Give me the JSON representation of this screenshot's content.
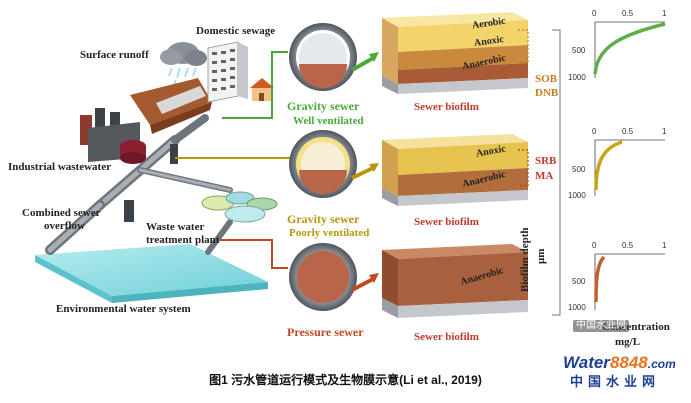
{
  "sources": {
    "domestic_sewage": "Domestic sewage",
    "surface_runoff": "Surface runoff",
    "industrial_wastewater": "Industrial wastewater",
    "combined_sewer_overflow_line1": "Combined sewer",
    "combined_sewer_overflow_line2": "overflow",
    "wwtp_line1": "Waste water",
    "wwtp_line2": "treatment plant",
    "environmental_water_system": "Environmental water system"
  },
  "sewers": [
    {
      "title": "Gravity sewer",
      "subtitle": "Well ventilated",
      "color": "#4ca63a"
    },
    {
      "title": "Gravity sewer",
      "subtitle": "Poorly ventilated",
      "color": "#b8960e"
    },
    {
      "title": "Pressure sewer",
      "subtitle": "",
      "color": "#bf4a22"
    }
  ],
  "biofilms": [
    {
      "label": "Sewer biofilm",
      "layers": [
        "Aerobic",
        "Anoxic",
        "Anaerobic"
      ],
      "processes": [
        "SOB",
        "DNB"
      ],
      "process_color": "#c87a1e"
    },
    {
      "label": "Sewer biofilm",
      "layers": [
        "Anoxic",
        "Anaerobic"
      ],
      "processes": [
        "SRB",
        "MA"
      ],
      "process_color": "#c0392b"
    },
    {
      "label": "Sewer biofilm",
      "layers": [
        "Anaerobic"
      ],
      "processes": [],
      "process_color": "#c0392b"
    }
  ],
  "profile_charts": {
    "x_ticks": [
      "0",
      "0.5",
      "1"
    ],
    "y_ticks": [
      "500",
      "1000"
    ],
    "y_axis_label_line1": "Biofilm depth",
    "y_axis_label_line2": "μm",
    "x_axis_label_line1": "Concentration",
    "x_axis_label_line2": "mg/L",
    "colors": [
      "#5cae46",
      "#c9a317",
      "#c0612a"
    ]
  },
  "caption": "图1 污水管道运行模式及生物膜示意(Li et al., 2019)",
  "watermark": {
    "brand_part1": "Water",
    "brand_part2": "8848",
    "brand_part3": ".com",
    "brand_color1": "#1f3f95",
    "brand_color2": "#e8731d",
    "subtitle": "中国水业网",
    "wechat": "中国水业网"
  }
}
